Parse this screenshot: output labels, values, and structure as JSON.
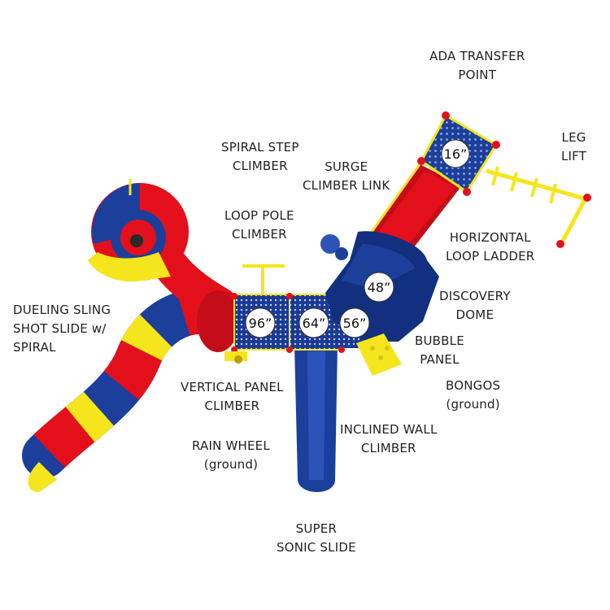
{
  "labels": {
    "ada_transfer_point": [
      "ADA TRANSFER",
      "POINT"
    ],
    "leg_lift": [
      "LEG",
      "LIFT"
    ],
    "spiral_step_climber": [
      "SPIRAL STEP",
      "CLIMBER"
    ],
    "surge_climber_link": [
      "SURGE",
      "CLIMBER LINK"
    ],
    "loop_pole_climber": [
      "LOOP POLE",
      "CLIMBER"
    ],
    "horizontal_loop_ladder": [
      "HORIZONTAL",
      "LOOP LADDER"
    ],
    "dueling_sling_shot_slide": [
      "DUELING SLING",
      "SHOT SLIDE w/",
      "SPIRAL"
    ],
    "discovery_dome": [
      "DISCOVERY",
      "DOME"
    ],
    "bubble_panel": [
      "BUBBLE",
      "PANEL"
    ],
    "bongos": [
      "BONGOS",
      "(ground)"
    ],
    "vertical_panel_climber": [
      "VERTICAL PANEL",
      "CLIMBER"
    ],
    "inclined_wall_climber": [
      "INCLINED WALL",
      "CLIMBER"
    ],
    "rain_wheel": [
      "RAIN WHEEL",
      "(ground)"
    ],
    "super_sonic_slide": [
      "SUPER",
      "SONIC SLIDE"
    ]
  },
  "deck_heights": {
    "deck_96": "96”",
    "deck_64": "64”",
    "deck_56": "56”",
    "deck_48": "48”",
    "deck_16": "16”"
  },
  "colors": {
    "red": "#e3101b",
    "blue": "#1c3f9c",
    "yellow": "#f5e51c",
    "dark_blue": "#12307f"
  }
}
